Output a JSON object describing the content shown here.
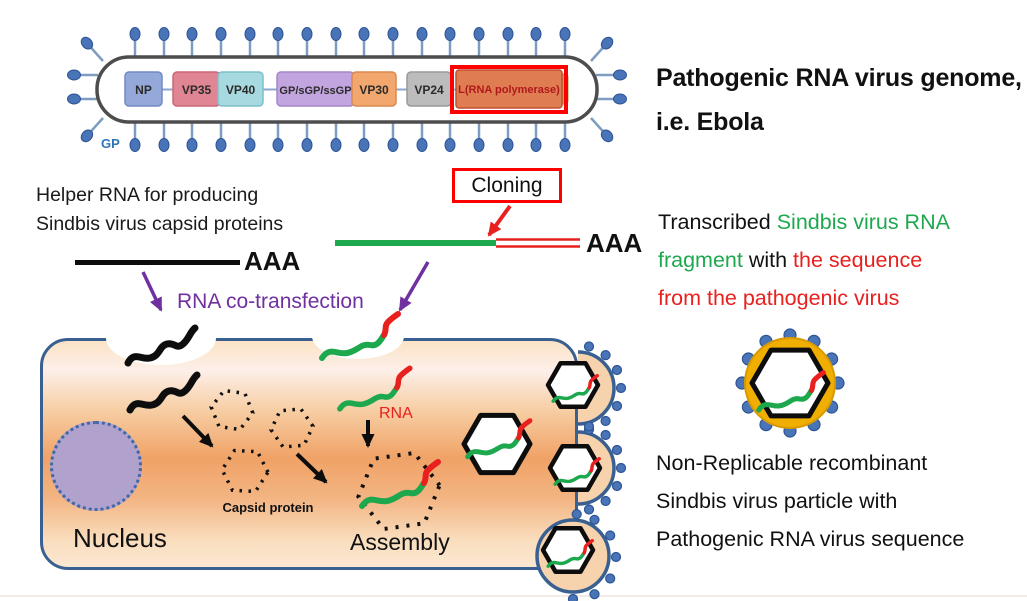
{
  "genome": {
    "gp_label": "GP",
    "genes": [
      {
        "label": "NP",
        "fill": "#94a9d9"
      },
      {
        "label": "VP35",
        "fill": "#e08593"
      },
      {
        "label": "VP40",
        "fill": "#a6d9e0"
      },
      {
        "label": "GP/sGP/ssGP",
        "fill": "#c2a5de"
      },
      {
        "label": "VP30",
        "fill": "#f2a76e"
      },
      {
        "label": "VP24",
        "fill": "#bcbcbc"
      },
      {
        "label": "L(RNA polymerase)",
        "fill": "#e07c52"
      }
    ]
  },
  "header": {
    "line1": "Pathogenic RNA virus genome,",
    "line2": "i.e. Ebola"
  },
  "helper": {
    "line1": "Helper RNA for producing",
    "line2": "Sindbis virus capsid proteins"
  },
  "labels": {
    "cloning": "Cloning",
    "cotransfection": "RNA co-transfection",
    "aaa_helper": "AAA",
    "aaa_transcript": "AAA"
  },
  "transcribed": {
    "l1_black": "Transcribed ",
    "l1_green": "Sindbis virus RNA",
    "l2_green": "fragment ",
    "l2_black": "with ",
    "l2_red": "the sequence",
    "l3_red": "from the pathogenic virus"
  },
  "cell": {
    "nucleus": "Nucleus",
    "capsid": "Capsid protein",
    "assembly": "Assembly",
    "rna": "RNA"
  },
  "particle": {
    "line1": "Non-Replicable recombinant",
    "line2": "Sindbis virus particle with",
    "line3": "Pathogenic RNA virus sequence"
  },
  "colors": {
    "sindbis_green": "#1ea84e",
    "pathogen_red": "#e8201e",
    "cotransfection_purple": "#7030a0",
    "membrane_blue": "#3a6091",
    "capsid_gold": "#f0ae00",
    "highlight_red": "#ff0000",
    "spike_blue": "#4a74b8"
  }
}
